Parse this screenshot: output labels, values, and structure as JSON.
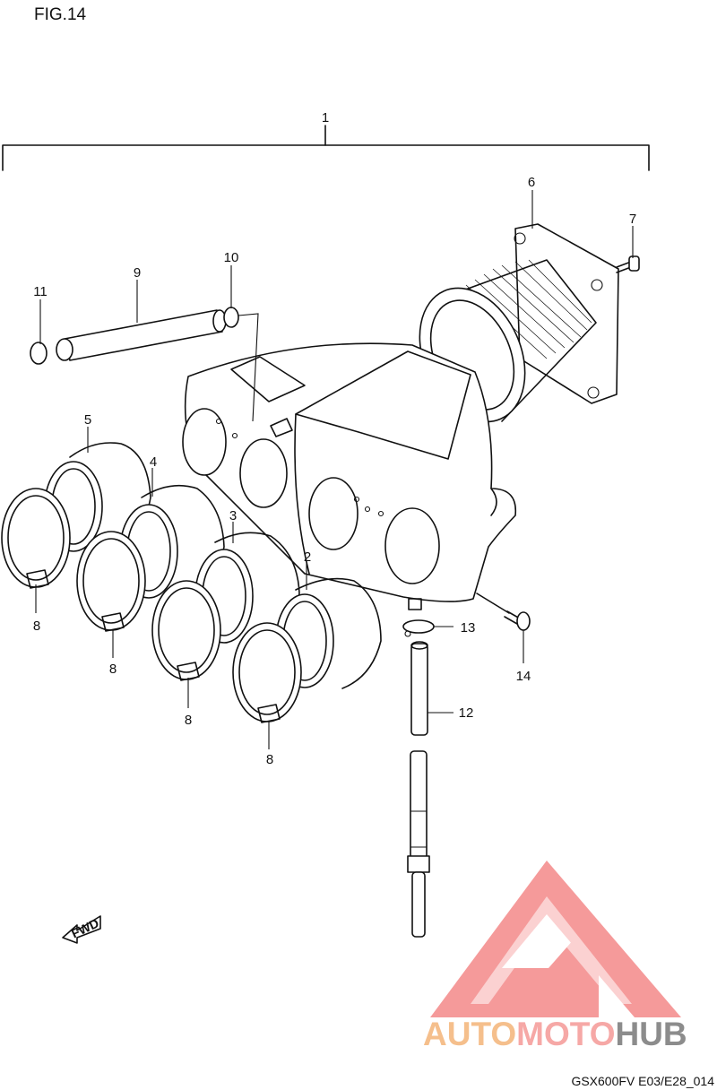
{
  "figure_label": "FIG.14",
  "drawing_code": "GSX600FV E03/E28_014",
  "fwd_label": "FWD",
  "callouts": [
    "1",
    "2",
    "3",
    "4",
    "5",
    "6",
    "7",
    "8",
    "8",
    "8",
    "8",
    "9",
    "10",
    "11",
    "12",
    "13",
    "14"
  ],
  "watermark": {
    "part1": "AUTO",
    "part2": "MOTO",
    "part3": "HUB",
    "colors": {
      "auto": "#f5bf8c",
      "moto": "#f6a8a6",
      "hub": "#8c8c8c",
      "triangle": "#f48f8f"
    }
  }
}
